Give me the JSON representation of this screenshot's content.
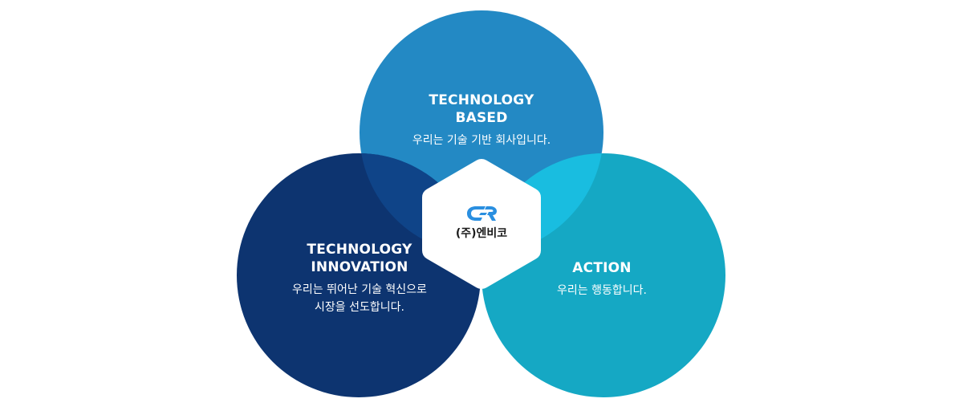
{
  "colors": {
    "top_circle": "#2389c4",
    "left_circle": "#0d3470",
    "right_circle": "#15a8c4",
    "top_left_overlap": "#0f4488",
    "top_right_overlap": "#19bde0",
    "logo_blue": "#2a8fe0",
    "text_light": "#ffffff",
    "text_dark": "#1a1a1a"
  },
  "diagram": {
    "top": {
      "title_line1": "TECHNOLOGY",
      "title_line2": "BASED",
      "description": "우리는 기술 기반 회사입니다."
    },
    "left": {
      "title_line1": "TECHNOLOGY",
      "title_line2": "INNOVATION",
      "description_line1": "우리는 뛰어난 기술 혁신으로",
      "description_line2": "시장을 선도합니다."
    },
    "right": {
      "title_line1": "ACTION",
      "description": "우리는 행동합니다."
    },
    "center": {
      "logo_icon": "company-logo-icon",
      "company_name": "(주)엔비코"
    }
  }
}
